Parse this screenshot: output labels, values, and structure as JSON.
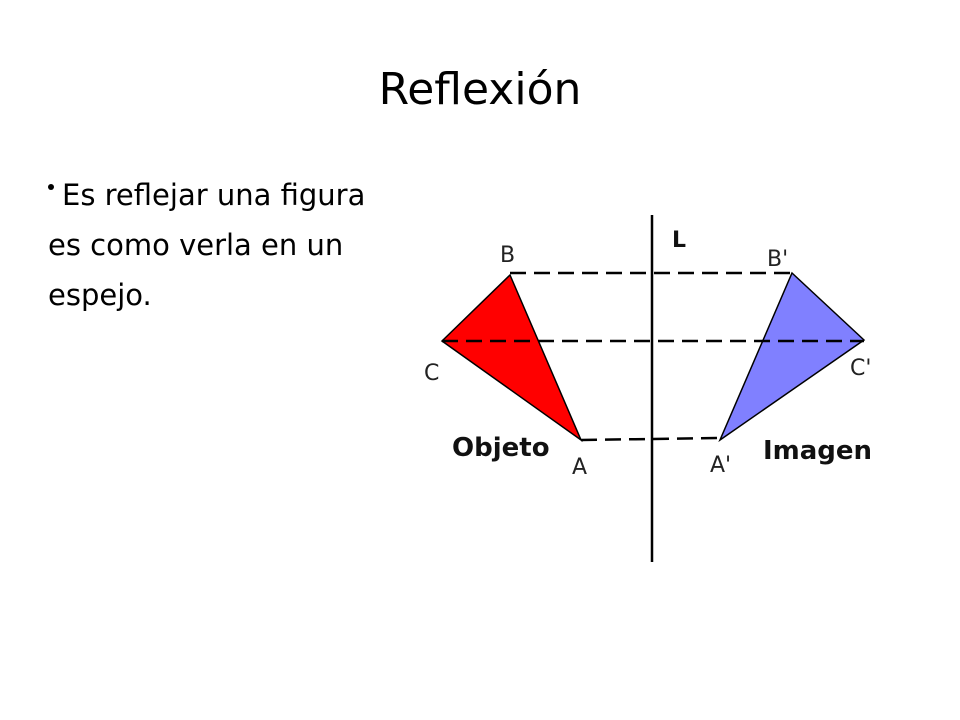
{
  "slide": {
    "title": "Reflexión",
    "bullet_lines": [
      "Es reflejar una figura",
      "es como verla en un",
      "espejo."
    ]
  },
  "diagram": {
    "mirror_label": "L",
    "object_label": "Objeto",
    "image_label": "Imagen",
    "points": {
      "A": "A",
      "B": "B",
      "C": "C",
      "A_prime": "A'",
      "B_prime": "B'",
      "C_prime": "C'"
    },
    "colors": {
      "object_fill": "#ff0000",
      "image_fill": "#8080ff",
      "lines": "#000000"
    }
  }
}
